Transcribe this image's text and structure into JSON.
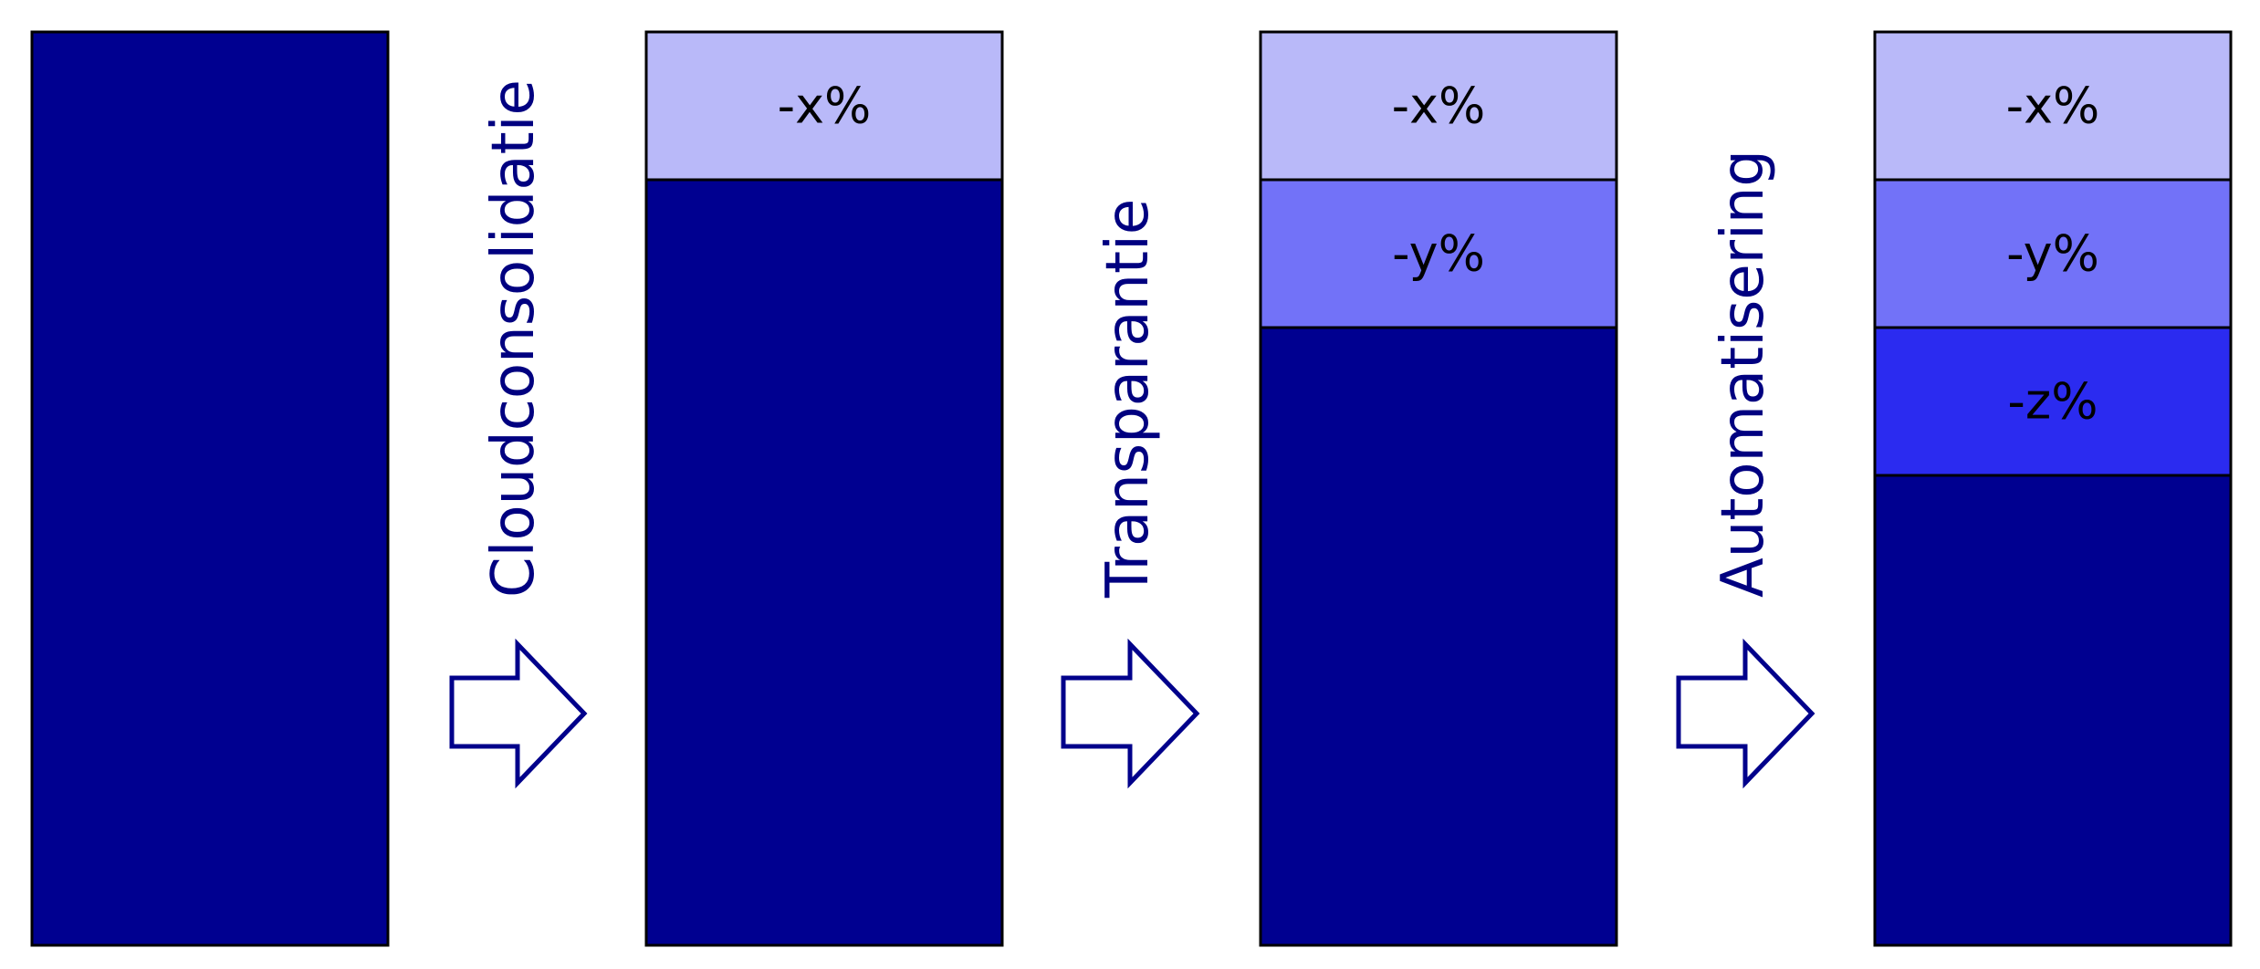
{
  "colors": {
    "base": "#000090",
    "outline": "#000000",
    "arrow_stroke": "#00008B",
    "label_text": "#000080",
    "reduction_fills": [
      "#B9B9F9",
      "#7272F8",
      "#2B2BF0"
    ]
  },
  "steps": [
    {
      "label": "Cloudconsolidatie"
    },
    {
      "label": "Transparantie"
    },
    {
      "label": "Automatisering"
    }
  ],
  "columns": [
    {
      "segments": []
    },
    {
      "segments": [
        {
          "label": "-x%"
        }
      ]
    },
    {
      "segments": [
        {
          "label": "-x%"
        },
        {
          "label": "-y%"
        }
      ]
    },
    {
      "segments": [
        {
          "label": "-x%"
        },
        {
          "label": "-y%"
        },
        {
          "label": "-z%"
        }
      ]
    }
  ]
}
